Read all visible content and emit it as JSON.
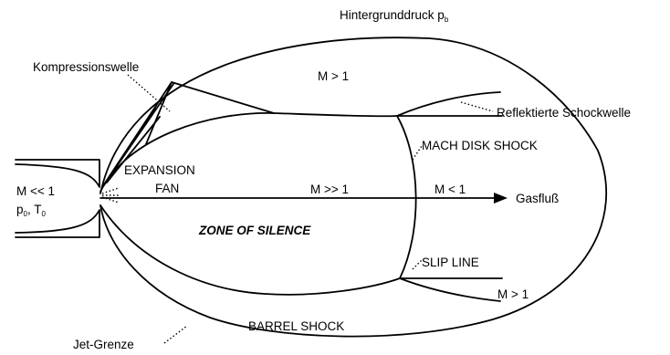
{
  "labels": {
    "background_pressure": "Hintergrunddruck p",
    "background_pressure_sub": "b",
    "compression_wave": "Kompressionswelle",
    "mach_gt1_top": "M > 1",
    "reflected_shock": "Reflektierte Schockwelle",
    "mach_disk_shock": "MACH DISK SHOCK",
    "expansion": "EXPANSION",
    "fan": "FAN",
    "mach_ll1": "M << 1",
    "p0": "p",
    "p0_sub": "0",
    "t0": "T",
    "t0_sub": "0",
    "mach_gg1": "M >> 1",
    "mach_lt1": "M < 1",
    "flow": "Gasfluß",
    "zone_of_silence": "ZONE OF SILENCE",
    "slip_line": "SLIP LINE",
    "mach_gt1_bottom": "M > 1",
    "barrel_shock": "BARREL SHOCK",
    "jet_boundary": "Jet-Grenze"
  }
}
